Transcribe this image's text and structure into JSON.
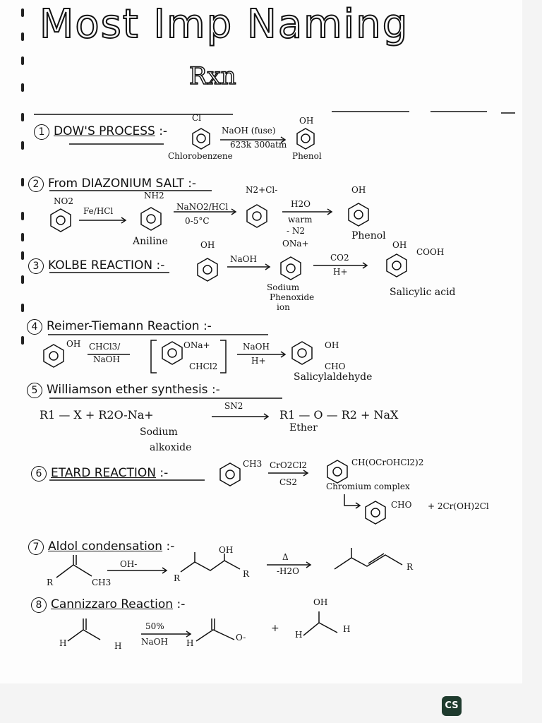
{
  "title": "Most Imp Naming",
  "subtitle": "Rxn",
  "reactions": [
    {
      "num": "1",
      "name": "DOW'S PROCESS",
      "suffix": ":-",
      "reactant": "Cl",
      "reactant_name": "Chlorobenzene",
      "reagent": "NaOH (fuse)",
      "conditions": "623k 300atm",
      "product": "OH",
      "product_name": "Phenol"
    },
    {
      "num": "2",
      "name": "From DIAZONIUM SALT",
      "suffix": ":-",
      "s1": "NO2",
      "r1": "Fe/HCl",
      "s2": "NH2",
      "s2_name": "Aniline",
      "r2": "NaNO2/HCl",
      "r2b": "0-5°C",
      "s3": "N2+Cl-",
      "r3": "H2O",
      "r3b": "warm",
      "r3c": "- N2",
      "product": "OH",
      "product_name": "Phenol"
    },
    {
      "num": "3",
      "name": "KOLBE REACTION",
      "suffix": ":-",
      "s1": "OH",
      "r1": "NaOH",
      "s2": "ONa+",
      "s2_name1": "Sodium",
      "s2_name2": "Phenoxide",
      "s2_name3": "ion",
      "r2": "CO2",
      "r2b": "H+",
      "p1": "OH",
      "p2": "COOH",
      "product_name": "Salicylic acid"
    },
    {
      "num": "4",
      "name": "Reimer-Tiemann Reaction",
      "suffix": ":-",
      "s1": "OH",
      "r1": "CHCl3/",
      "r1b": "NaOH",
      "i1": "ONa+",
      "i2": "CHCl2",
      "r2": "NaOH",
      "r2b": "H+",
      "p1": "OH",
      "p2": "CHO",
      "product_name": "Salicylaldehyde"
    },
    {
      "num": "5",
      "name": "Williamson ether synthesis",
      "suffix": ":-",
      "eq_left": "R1 — X   +   R2O-Na+",
      "reagent": "SN2",
      "eq_right": "R1 — O — R2  +  NaX",
      "left_name1": "Sodium",
      "left_name2": "alkoxide",
      "right_name": "Ether"
    },
    {
      "num": "6",
      "name": "ETARD REACTION",
      "suffix": ":-",
      "s1": "CH3",
      "r1": "CrO2Cl2",
      "r1b": "CS2",
      "p1": "CH(OCrOHCl2)2",
      "p1_name": "Chromium complex",
      "p2": "CHO",
      "extra": "+ 2Cr(OH)2Cl"
    },
    {
      "num": "7",
      "name": "Aldol condensation",
      "suffix": ":-",
      "reagent": "OH-",
      "reagent2": "Δ",
      "reagent2b": "-H2O",
      "labels": [
        "R",
        "CH3",
        "OH",
        "R",
        "R",
        "R"
      ]
    },
    {
      "num": "8",
      "name": "Cannizzaro Reaction",
      "suffix": ":-",
      "reagent": "50%",
      "reagent_b": "NaOH",
      "labels": [
        "H",
        "H",
        "H",
        "O-",
        "+",
        "OH",
        "H",
        "H"
      ]
    }
  ],
  "badge": "CS"
}
